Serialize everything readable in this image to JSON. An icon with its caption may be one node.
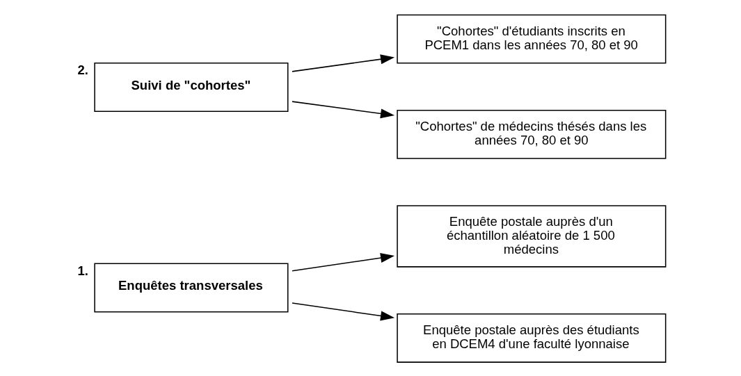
{
  "diagram": {
    "nodes": [
      {
        "text": [
          "Enquêtes transversales"
        ],
        "beside": [
          "1."
        ]
      },
      {
        "text": [
          "Enquête postale auprès d'un échantillon aléatoire de 1 500 médecins"
        ]
      },
      {
        "text": [
          "Enquête postale auprès des étudiants en DCEM4 d'une faculté lyonnaise"
        ]
      },
      {
        "text": [
          "Suivi de \"cohortes\""
        ],
        "beside": [
          "2."
        ]
      },
      {
        "text": [
          "\"Cohortes\" d'étudiants inscrits en PCEM1 dans les années 70, 80 et 90"
        ]
      },
      {
        "text": [
          "\"Cohortes\" de médecins thésés dans les années 70, 80 et 90"
        ]
      }
    ],
    "edges": [
      {
        "from": 0,
        "to": 1,
        "arrow": "to"
      },
      {
        "from": 0,
        "to": 2,
        "arrow": "to"
      },
      {
        "from": 3,
        "to": 4,
        "arrow": "to"
      },
      {
        "from": 3,
        "to": 5,
        "arrow": "to"
      }
    ]
  }
}
